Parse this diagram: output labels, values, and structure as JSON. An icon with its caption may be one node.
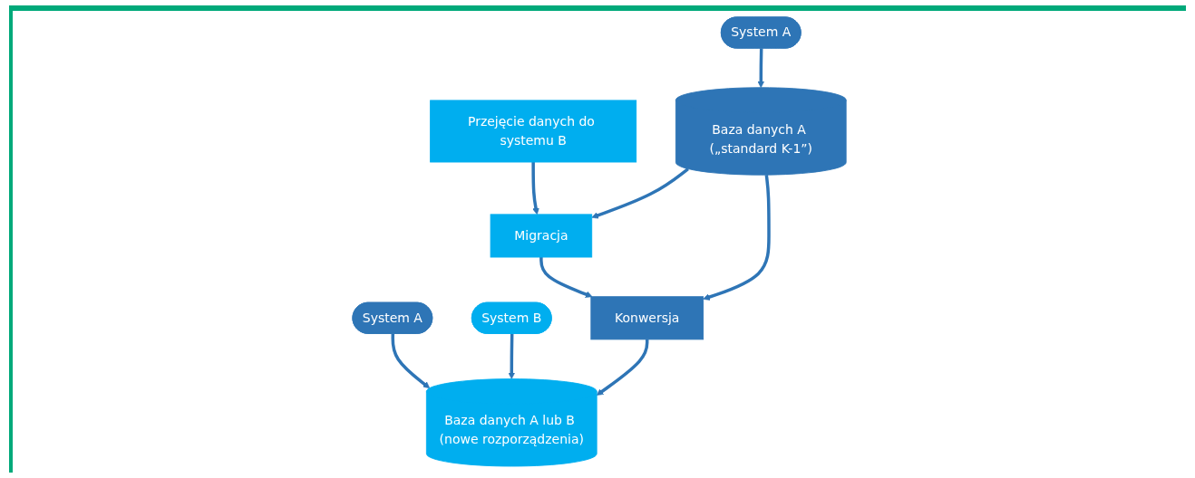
{
  "diagram": {
    "nodes": [
      {
        "text": [
          "System A"
        ]
      },
      {
        "text": [
          "Przejęcie danych do systemu B"
        ]
      },
      {
        "text": [
          "System A"
        ]
      },
      {
        "text": [
          "System B"
        ]
      },
      {
        "text": [
          "Baza danych A („standard K-1”)"
        ]
      },
      {
        "text": [
          "Migracja"
        ]
      },
      {
        "text": [
          "Konwersja"
        ]
      },
      {
        "text": [
          "Baza danych A lub B (nowe rozporządzenia)"
        ]
      }
    ],
    "edges": [
      {
        "from": 0,
        "to": 4,
        "arrow": "to"
      },
      {
        "from": 1,
        "to": 5,
        "arrow": "to"
      },
      {
        "from": 2,
        "to": 7,
        "arrow": "to"
      },
      {
        "from": 3,
        "to": 7,
        "arrow": "to"
      },
      {
        "from": 4,
        "to": 5,
        "arrow": "to"
      },
      {
        "from": 5,
        "to": 6,
        "arrow": "to"
      },
      {
        "from": 4,
        "to": 6,
        "arrow": "to"
      },
      {
        "from": 6,
        "to": 7,
        "arrow": "to"
      }
    ]
  }
}
